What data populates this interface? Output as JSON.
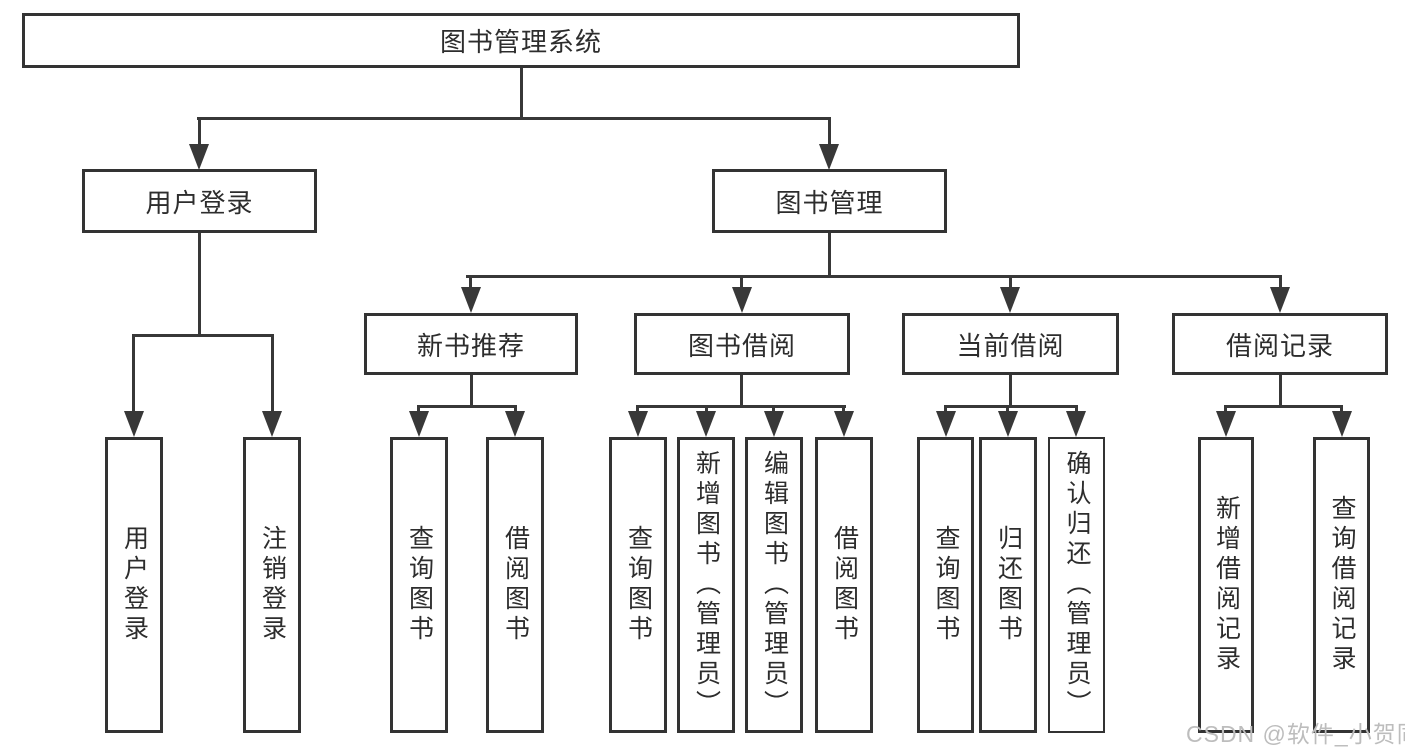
{
  "tree": {
    "root": "图书管理系统",
    "branches": [
      {
        "label": "用户登录",
        "leaves": [
          "用户登录",
          "注销登录"
        ]
      },
      {
        "label": "图书管理",
        "sections": [
          {
            "label": "新书推荐",
            "leaves": [
              "查询图书",
              "借阅图书"
            ]
          },
          {
            "label": "图书借阅",
            "leaves": [
              "查询图书",
              "新增图书（管理员）",
              "编辑图书（管理员）",
              "借阅图书"
            ]
          },
          {
            "label": "当前借阅",
            "leaves": [
              "查询图书",
              "归还图书",
              "确认归还（管理员）"
            ]
          },
          {
            "label": "借阅记录",
            "leaves": [
              "新增借阅记录",
              "查询借阅记录"
            ]
          }
        ]
      }
    ]
  },
  "watermark": "CSDN @软件_小贺同学",
  "colors": {
    "line": "#383838",
    "text": "#2d2d2d",
    "watermark": "#bdbdbd",
    "background": "#ffffff"
  }
}
